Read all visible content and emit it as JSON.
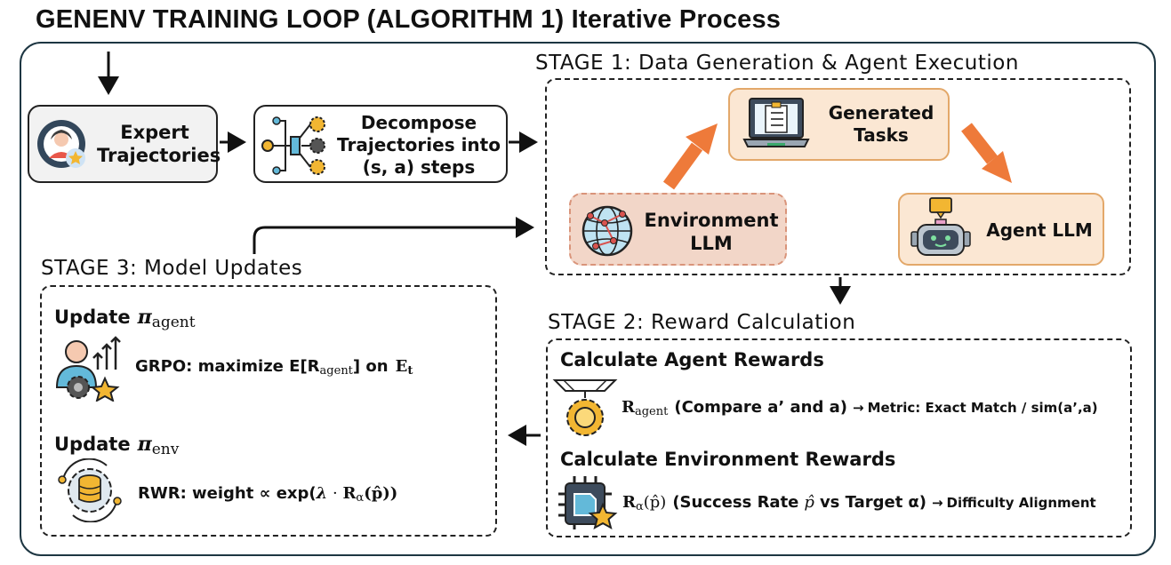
{
  "title": "GENENV TRAINING LOOP (ALGORITHM 1) Iterative Process",
  "stages": {
    "s1": "STAGE 1: Data Generation & Agent Execution",
    "s2": "STAGE 2: Reward Calculation",
    "s3": "STAGE 3: Model Updates"
  },
  "nodes": {
    "expert": [
      "Expert",
      "Trajectories"
    ],
    "decompose": [
      "Decompose",
      "Trajectories into",
      "(s, a) steps"
    ],
    "generated": [
      "Generated",
      "Tasks"
    ],
    "environment": [
      "Environment",
      "LLM"
    ],
    "agent": "Agent LLM"
  },
  "rewards": {
    "agent_heading": "Calculate Agent Rewards",
    "agent_sym": "R",
    "agent_sub": "agent",
    "agent_text": "(Compare a’ and a)",
    "agent_arrow": "→",
    "agent_metric": "Metric: Exact Match / sim(a’,a)",
    "env_heading": "Calculate Environment Rewards",
    "env_sym": "R",
    "env_sub": "α",
    "env_arg": "(p̂)",
    "env_text": "(Success Rate",
    "env_p": "p̂",
    "env_vs": "vs Target",
    "env_alpha": "α)",
    "env_arrow": "→",
    "env_metric": "Difficulty Alignment"
  },
  "updates": {
    "agent_heading": "Update",
    "agent_pi": "π",
    "agent_pi_sub": "agent",
    "agent_text_pre": "GRPO: maximize E[R",
    "agent_text_sub": "agent",
    "agent_text_post": "] on",
    "agent_E": "E",
    "agent_E_sub": "t",
    "env_heading": "Update",
    "env_pi": "π",
    "env_pi_sub": "env",
    "env_text_pre": "RWR: weight ∝ exp(",
    "env_lambda": "λ",
    "env_dot": " · ",
    "env_R": "R",
    "env_R_sub": "α",
    "env_R_arg": "(p̂))"
  },
  "colors": {
    "frame": "#1d3642",
    "orange_arrow": "#ee7a3a",
    "task_fill": "#fbe7d3",
    "task_border": "#e3a86a",
    "env_fill": "#f2d6c8",
    "env_border": "#d9947a",
    "gear": "#f2b632",
    "teal": "#63b9d9"
  },
  "icons": [
    "person-star-icon",
    "decompose-tree-icon",
    "laptop-checklist-icon",
    "globe-network-icon",
    "robot-icon",
    "user-growth-icon",
    "gear-database-icon",
    "gear-funnel-icon",
    "chip-star-icon"
  ]
}
